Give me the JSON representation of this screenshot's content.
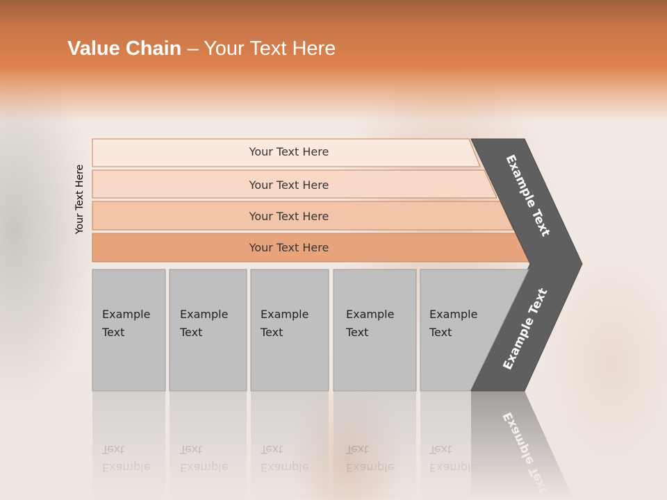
{
  "title": {
    "bold": "Value Chain",
    "rest": " – Your Text Here"
  },
  "side_label": "Your Text Here",
  "bands": [
    {
      "label": "Your Text Here",
      "fill": "#fbe9e0"
    },
    {
      "label": "Your Text Here",
      "fill": "#f8d9c7"
    },
    {
      "label": "Your Text Here",
      "fill": "#f2c4a8"
    },
    {
      "label": "Your Text Here",
      "fill": "#e8a57d"
    }
  ],
  "columns": [
    {
      "line1": "Example",
      "line2": "Text"
    },
    {
      "line1": "Example",
      "line2": "Text"
    },
    {
      "line1": "Example",
      "line2": "Text"
    },
    {
      "line1": "Example",
      "line2": "Text"
    },
    {
      "line1": "Example",
      "line2": "Text"
    }
  ],
  "chevron": {
    "upper": "Example Text",
    "lower": "Example Text",
    "fill": "#5f5f5f"
  },
  "colors": {
    "column_fill": "#bfbfbf",
    "band_stroke": "#c4825c",
    "column_stroke": "#9a9a9a"
  }
}
